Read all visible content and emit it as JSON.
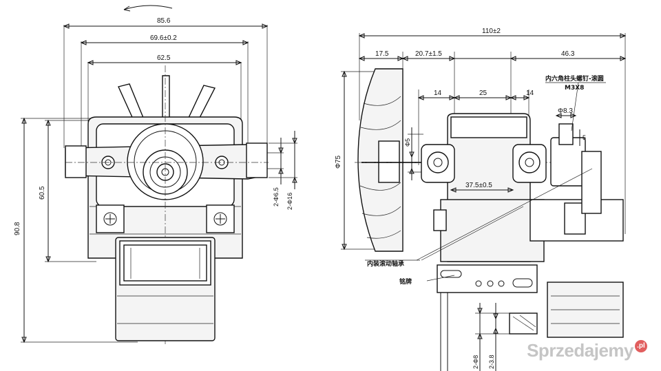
{
  "left_view": {
    "dims": {
      "overall_width": "85.6",
      "mount_pitch": "69.6±0.2",
      "inner_width": "62.5",
      "overall_height": "90.8",
      "mount_height": "60.5",
      "hole_dia": "2-Φ6.5",
      "boss_dia": "2-Φ16"
    }
  },
  "right_view": {
    "dims": {
      "overall_length": "110±2",
      "fan_width": "17.5",
      "fan_gap": "20.7±1.5",
      "rear_length": "46.3",
      "bearing_offset_left": "14",
      "bearing_spacing": "25",
      "bearing_offset_right": "14",
      "stack_height": "37.5±0.5",
      "fan_dia": "Φ75",
      "shaft_dia": "Φ5",
      "terminal_dia": "Φ8.3",
      "terminal_step": "5",
      "pin_dia": "2-Φ8",
      "pin_width": "2-3.8"
    },
    "notes": {
      "screw": "内六角柱头螺钉-滚圆",
      "screw_spec": "M3X8",
      "bearing": "内装滚动轴承",
      "nameplate": "铭牌"
    }
  },
  "watermark": {
    "text": "Sprzedajemy",
    "badge": ".pl"
  }
}
